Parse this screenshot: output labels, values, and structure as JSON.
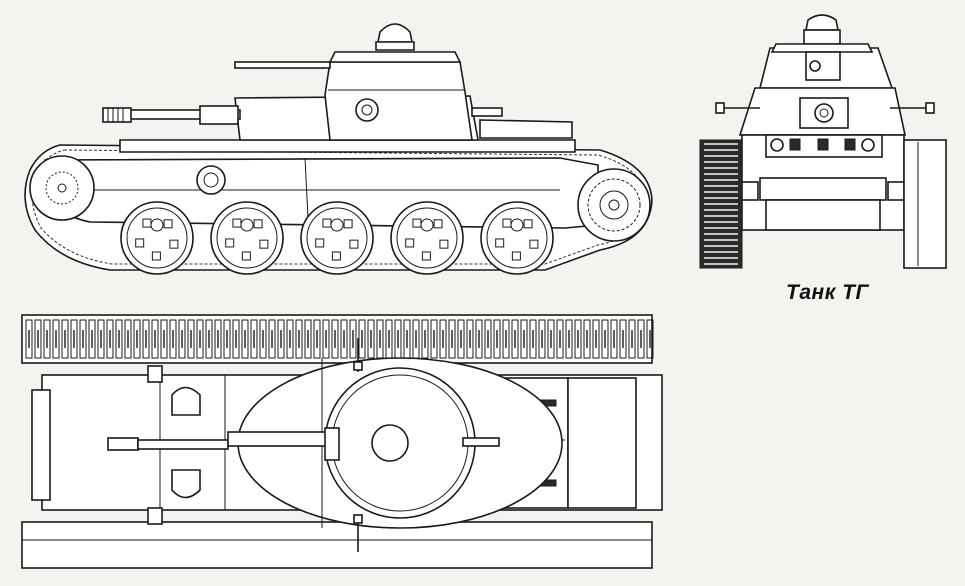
{
  "caption": "Танк ТГ",
  "views": [
    "side-view",
    "front-view",
    "top-view"
  ]
}
